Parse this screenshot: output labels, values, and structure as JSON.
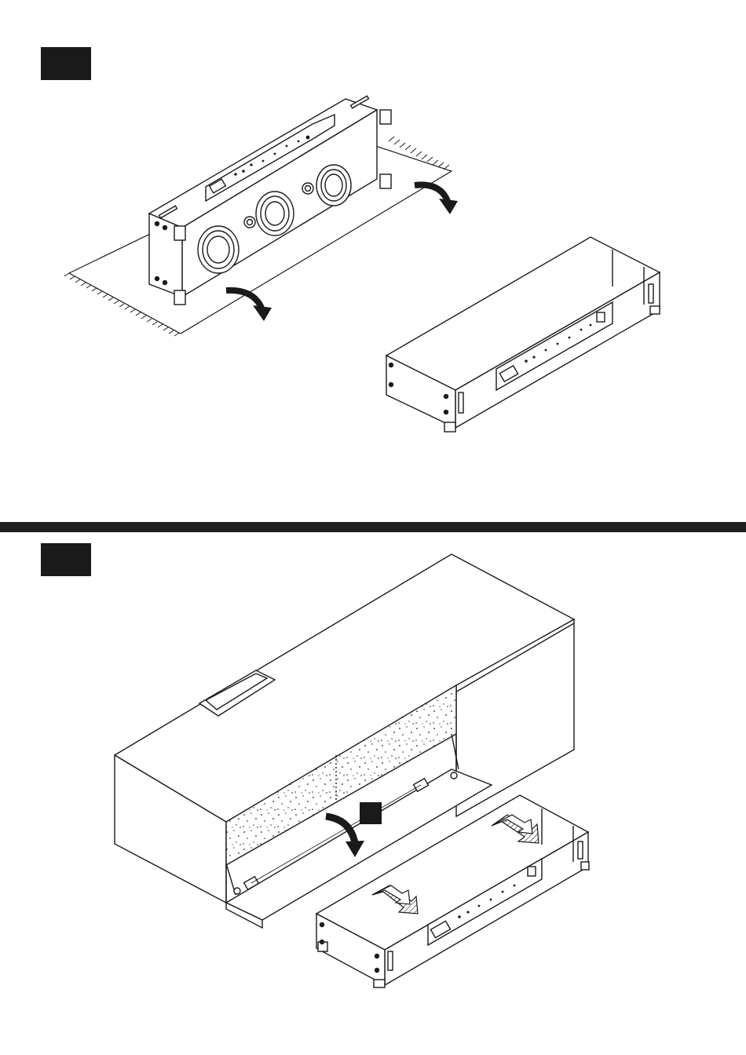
{
  "document": {
    "type": "assembly-instruction-page",
    "steps": [
      {
        "marker": "step-1-marker",
        "illustrations": [
          "speaker-tipped-on-rug",
          "rotate-arrow-left",
          "rotate-arrow-right",
          "speaker-upright-lying"
        ]
      },
      {
        "marker": "step-2-marker",
        "illustrations": [
          "tv-cabinet",
          "open-flap-door",
          "rotate-arrow-down",
          "push-arrow-rear",
          "push-arrow-front",
          "speaker-slid-in",
          "callout-1",
          "callout-2"
        ]
      }
    ],
    "colors": {
      "ink": "#1a1a1a",
      "paper": "#ffffff",
      "divider": "#1e1e1e"
    },
    "icons": [
      "curved-arrow-icon",
      "push-arrow-icon",
      "speaker-cone-icon",
      "hinge-icon"
    ]
  }
}
